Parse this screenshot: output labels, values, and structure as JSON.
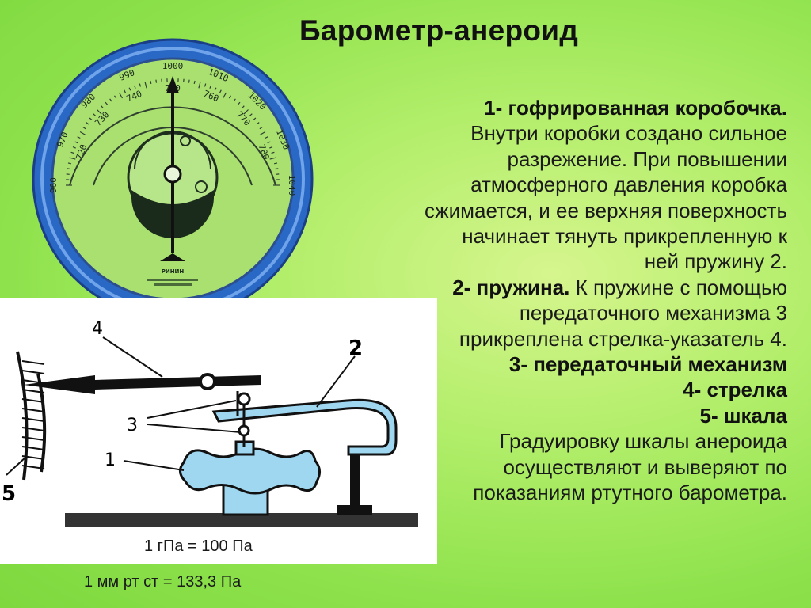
{
  "title": "Барометр-анероид",
  "gauge": {
    "outer_scale": [
      "960",
      "970",
      "980",
      "990",
      "1000",
      "1010",
      "1020",
      "1030",
      "1040"
    ],
    "inner_scale": [
      "720",
      "730",
      "740",
      "750",
      "760",
      "770",
      "780"
    ],
    "brand": "РИНИН"
  },
  "diagram": {
    "labels": {
      "l1": "1",
      "l2": "2",
      "l3": "3",
      "l4": "4",
      "l5": "5"
    }
  },
  "text": {
    "item1_heading": "1- гофрированная коробочка.",
    "item1_lines": [
      "Внутри коробки создано сильное",
      "разрежение. При повышении",
      "атмосферного давления коробка",
      "сжимается, и ее верхняя  поверхность",
      "начинает тянуть  прикрепленную к",
      "ней пружину 2."
    ],
    "item2_heading": "2- пружина.",
    "item2_lines": [
      " К пружине с помощью",
      "передаточного механизма 3",
      "прикреплена стрелка-указатель 4."
    ],
    "item3": "3- передаточный механизм",
    "item4": "4- стрелка",
    "item5": "5- шкала",
    "note_lines": [
      "Градуировку шкалы анероида",
      "осуществляют и выверяют по",
      "показаниям ртутного барометра."
    ]
  },
  "formulas": {
    "hpa": "1 гПа = 100 Па",
    "mmhg": "1 мм рт ст = 133,3 Па"
  },
  "colors": {
    "ring_blue": "#2a68c6",
    "diagram_blue": "#9fd6f0",
    "ink": "#1a1a1a"
  }
}
